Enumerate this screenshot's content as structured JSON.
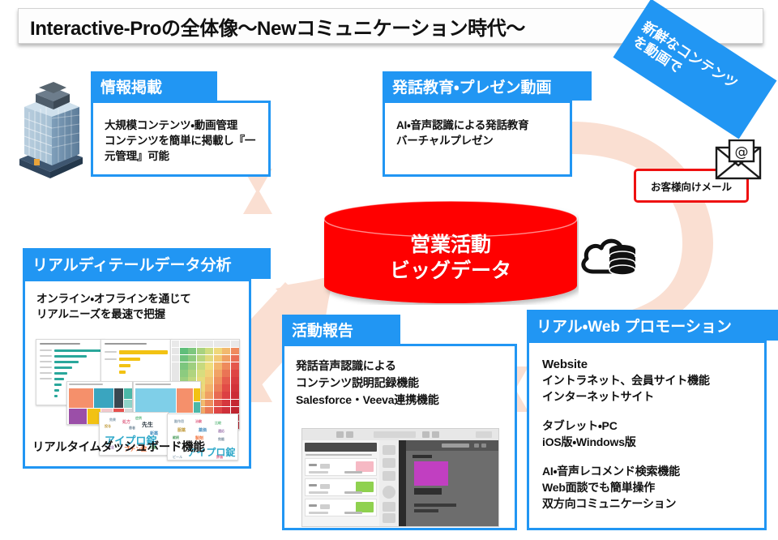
{
  "page": {
    "title": "Interactive-Proの全体像～Newコミュニケーション時代～"
  },
  "colors": {
    "brand_blue": "#2196F3",
    "accent_red": "#FF0000",
    "callout_red": "#EE1111",
    "flow_peach": "#FADFD2",
    "white": "#FFFFFF",
    "text": "#111111"
  },
  "ribbon": {
    "line1": "新鮮なコンテンツ",
    "line2": "を動画で"
  },
  "mail_callout": {
    "label": "お客様向けメール",
    "icon": "envelope-at-icon"
  },
  "center": {
    "label": "営業活動\nビッグデータ",
    "shape": "cylinder",
    "icon": "cloud-database-icon"
  },
  "building": {
    "icon": "office-building-icon"
  },
  "cards": [
    {
      "id": "information-posting",
      "heading": "情報掲載",
      "body": "大規模コンテンツ・動画管理\nコンテンツを簡単に掲載し『一元管理』可能"
    },
    {
      "id": "speech-training-video",
      "heading": "発話教育・プレゼン動画",
      "body": "AI・音声認識による発話教育\nバーチャルプレゼン"
    },
    {
      "id": "real-detail-data-analysis",
      "heading": "リアルディテールデータ分析",
      "body": "オンライン・オフラインを通じて\nリアルニーズを最速で把握",
      "caption": "リアルタイムダッシュボード機能",
      "thumbnail": "dashboard-collage-image"
    },
    {
      "id": "activity-report",
      "heading": "活動報告",
      "body": "発話音声認識による\nコンテンツ説明記録機能\nSalesforce・Veeva連携機能",
      "thumbnail": "tablet-app-screenshot"
    },
    {
      "id": "real-web-promotion",
      "heading": "リアル・Web プロモーション",
      "body_blocks": [
        "Website",
        "  イントラネット、会員サイト機能\n  インターネットサイト",
        "タブレット・PC",
        "    iOS版・Windows版",
        "AI・音声レコメンド検索機能\nWeb面談でも簡単操作\n双方向コミュニケーション"
      ]
    }
  ],
  "flow": {
    "description": "circular-flow-arrows",
    "arrows": [
      "arrow-up-right-to-bigdata",
      "arrow-right-arc-to-promotion",
      "arrow-left-to-activity-report",
      "arrow-left-to-analysis"
    ]
  },
  "dashboard_collage": {
    "panels": [
      "bar-chart-teal",
      "bar-chart-yellow",
      "heatmap-table",
      "treemap-multicolor-1",
      "treemap-blue",
      "word-cloud-1",
      "word-cloud-2"
    ],
    "word_cloud_terms": [
      "アイプロ錠",
      "プチン錠",
      "先生"
    ]
  }
}
